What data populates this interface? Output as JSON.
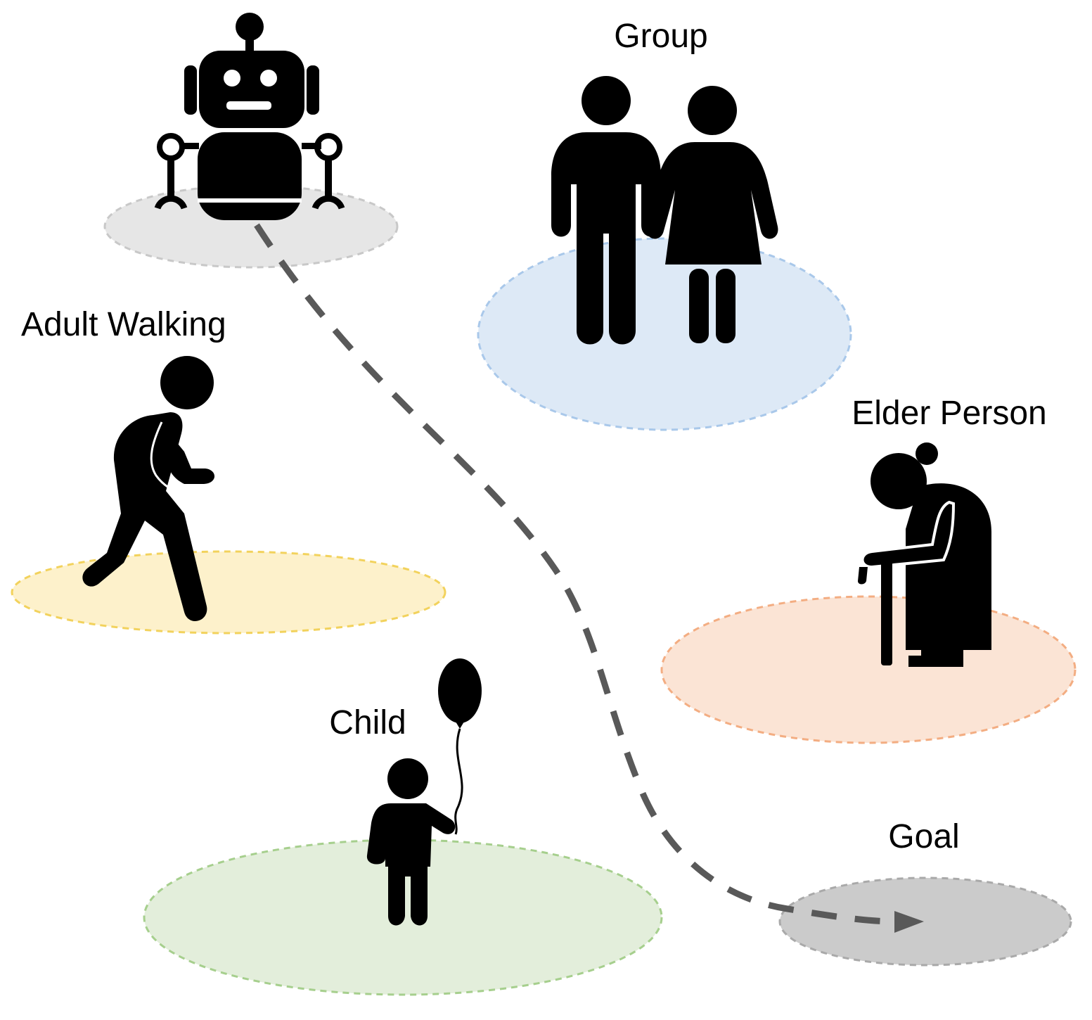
{
  "labels": {
    "group": "Group",
    "adult_walking": "Adult Walking",
    "elder_person": "Elder Person",
    "child": "Child",
    "goal": "Goal"
  },
  "colors": {
    "robot_zone_fill": "#e6e6e6",
    "robot_zone_stroke": "#c8c8c8",
    "group_zone_fill": "#dde9f6",
    "group_zone_stroke": "#a9c8ea",
    "adult_zone_fill": "#fdf1cb",
    "adult_zone_stroke": "#f2d25c",
    "elder_zone_fill": "#fbe4d5",
    "elder_zone_stroke": "#f3ad82",
    "child_zone_fill": "#e3eedb",
    "child_zone_stroke": "#a6cf8d",
    "goal_zone_fill": "#cbcbcb",
    "goal_zone_stroke": "#a9a9a9",
    "path": "#595959"
  },
  "icons": {
    "robot": "robot-icon",
    "group": "couple-icon",
    "adult": "walking-person-icon",
    "elder": "elder-with-cane-icon",
    "child": "child-with-balloon-icon",
    "path_arrow": "arrow-right-icon"
  }
}
